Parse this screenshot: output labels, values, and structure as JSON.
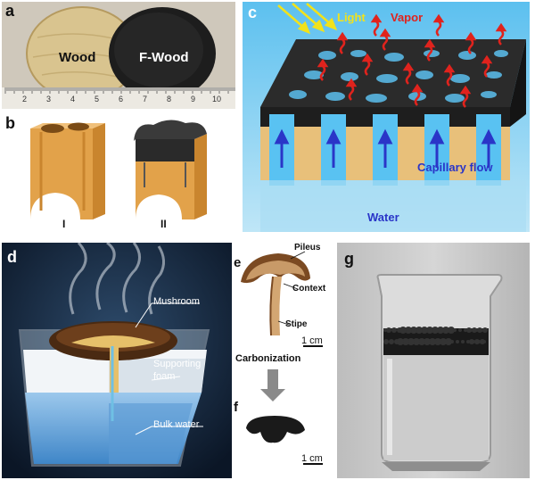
{
  "panels": {
    "a": {
      "label": "a",
      "wood": "Wood",
      "fwood": "F-Wood",
      "ruler_ticks": [
        "2",
        "3",
        "4",
        "5",
        "6",
        "7",
        "8",
        "9",
        "10"
      ]
    },
    "b": {
      "label": "b",
      "left": "I",
      "right": "II"
    },
    "c": {
      "label": "c",
      "light": "Light",
      "vapor": "Vapor",
      "capillary": "Capillary flow",
      "water": "Water"
    },
    "d": {
      "label": "d",
      "mushroom": "Mushroom",
      "foam_line1": "Supporting",
      "foam_line2": "foam",
      "bulk": "Bulk water"
    },
    "e": {
      "label": "e",
      "pileus": "Pileus",
      "context": "Context",
      "stipe": "Stipe",
      "scale": "1 cm",
      "process": "Carbonization"
    },
    "f": {
      "label": "f",
      "scale": "1 cm"
    },
    "g": {
      "label": "g"
    }
  },
  "colors": {
    "wood": "#d7c08a",
    "fwood": "#1c1c1c",
    "water_blue": "#3a9fe0",
    "vapor_red": "#e0231d",
    "light_yellow": "#f2e21a",
    "capillary_blue": "#2a35c8"
  }
}
